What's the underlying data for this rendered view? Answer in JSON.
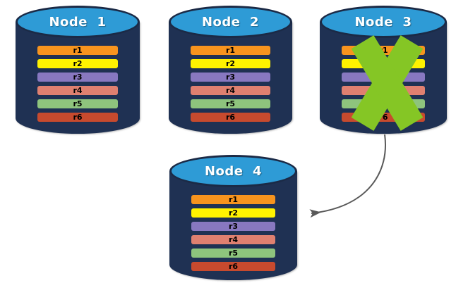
{
  "diagram": {
    "type": "database-replication-failover",
    "colors": {
      "background": "#FFFFFF",
      "cylinder_body": "#1F3153",
      "cylinder_top": "#2E9BD6",
      "cylinder_outline": "#1B2A46",
      "x_mark": "#85C625",
      "arrow": "#595959"
    },
    "nodes": [
      {
        "label": "Node  1",
        "status": "active",
        "rows": [
          {
            "label": "r1",
            "color": "#F7941E"
          },
          {
            "label": "r2",
            "color": "#FFF200"
          },
          {
            "label": "r3",
            "color": "#8878C0"
          },
          {
            "label": "r4",
            "color": "#DF8070"
          },
          {
            "label": "r5",
            "color": "#8EC47D"
          },
          {
            "label": "r6",
            "color": "#C74A2E"
          }
        ]
      },
      {
        "label": "Node  2",
        "status": "active",
        "rows": [
          {
            "label": "r1",
            "color": "#F7941E"
          },
          {
            "label": "r2",
            "color": "#FFF200"
          },
          {
            "label": "r3",
            "color": "#8878C0"
          },
          {
            "label": "r4",
            "color": "#DF8070"
          },
          {
            "label": "r5",
            "color": "#8EC47D"
          },
          {
            "label": "r6",
            "color": "#C74A2E"
          }
        ]
      },
      {
        "label": "Node  3",
        "status": "failed",
        "rows": [
          {
            "label": "r1",
            "color": "#F7941E"
          },
          {
            "label": "r2",
            "color": "#FFF200"
          },
          {
            "label": "r3",
            "color": "#8878C0"
          },
          {
            "label": "r4",
            "color": "#DF8070"
          },
          {
            "label": "r5",
            "color": "#8EC47D"
          },
          {
            "label": "r6",
            "color": "#C74A2E"
          }
        ]
      },
      {
        "label": "Node  4",
        "status": "active",
        "rows": [
          {
            "label": "r1",
            "color": "#F7941E"
          },
          {
            "label": "r2",
            "color": "#FFF200"
          },
          {
            "label": "r3",
            "color": "#8878C0"
          },
          {
            "label": "r4",
            "color": "#DF8070"
          },
          {
            "label": "r5",
            "color": "#8EC47D"
          },
          {
            "label": "r6",
            "color": "#C74A2E"
          }
        ]
      }
    ],
    "arrow": {
      "from": "Node 3",
      "to": "Node 4"
    }
  }
}
